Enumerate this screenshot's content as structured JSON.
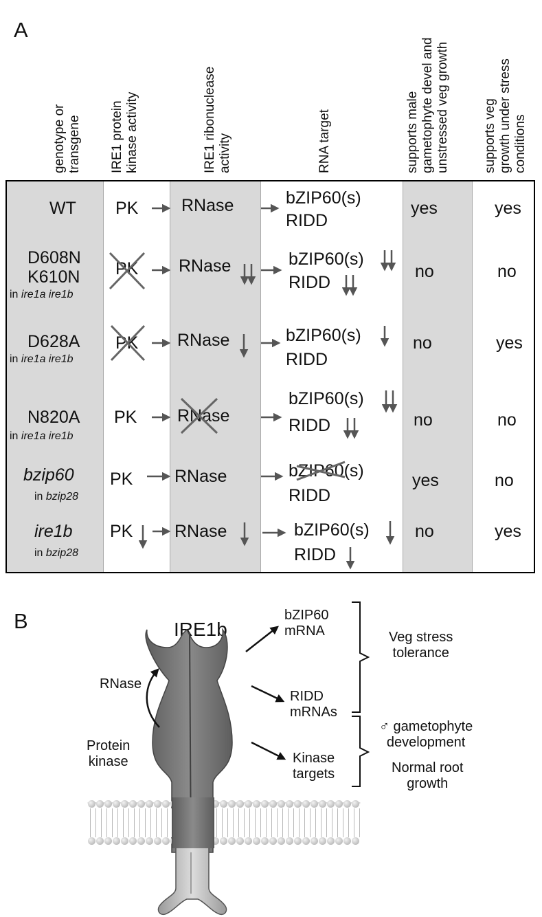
{
  "panel_a": {
    "letter": "A",
    "headers": {
      "genotype": [
        "genotype or",
        "transgene"
      ],
      "kinase": [
        "IRE1 protein",
        "kinase activity"
      ],
      "rnase": [
        "IRE1 ribonuclease",
        "activity"
      ],
      "target": [
        "RNA target"
      ],
      "male": [
        "supports male",
        "gametophyte devel and",
        "unstressed veg growth"
      ],
      "stress": [
        "supports veg",
        "growth under stress",
        "conditions"
      ]
    },
    "rows": [
      {
        "genotype": "WT",
        "genotype2": "",
        "background": "",
        "pk": "PK",
        "rnase": "RNase",
        "target1": "bZIP60(s)",
        "target2": "RIDD",
        "male": "yes",
        "stress": "yes"
      },
      {
        "genotype": "D608N",
        "genotype2": "K610N",
        "background": "ire1a ire1b",
        "pk": "PK",
        "rnase": "RNase",
        "target1": "bZIP60(s)",
        "target2": "RIDD",
        "male": "no",
        "stress": "no"
      },
      {
        "genotype": "D628A",
        "genotype2": "",
        "background": "ire1a ire1b",
        "pk": "PK",
        "rnase": "RNase",
        "target1": "bZIP60(s)",
        "target2": "RIDD",
        "male": "no",
        "stress": "yes"
      },
      {
        "genotype": "N820A",
        "genotype2": "",
        "background": "ire1a ire1b",
        "pk": "PK",
        "rnase": "RNase",
        "target1": "bZIP60(s)",
        "target2": "RIDD",
        "male": "no",
        "stress": "no"
      },
      {
        "genotype": "bzip60",
        "genotype2": "",
        "background": "bzip28",
        "pk": "PK",
        "rnase": "RNase",
        "target1": "bZIP60(s)",
        "target2": "RIDD",
        "male": "yes",
        "stress": "no"
      },
      {
        "genotype": "ire1b",
        "genotype2": "",
        "background": "bzip28",
        "pk": "PK",
        "rnase": "RNase",
        "target1": "bZIP60(s)",
        "target2": "RIDD",
        "male": "no",
        "stress": "yes"
      }
    ],
    "in_prefix": "in "
  },
  "panel_b": {
    "letter": "B",
    "protein_label": "IRE1b",
    "rnase_label": "RNase",
    "kinase_label": [
      "Protein",
      "kinase"
    ],
    "bzip_label": [
      "bZIP60",
      "mRNA"
    ],
    "ridd_label": [
      "RIDD",
      "mRNAs"
    ],
    "kinase_targets": [
      "Kinase",
      "targets"
    ],
    "veg_stress": [
      "Veg stress",
      "tolerance"
    ],
    "gametophyte": [
      "♂ gametophyte",
      "development"
    ],
    "root": [
      "Normal root",
      "growth"
    ]
  },
  "colors": {
    "shade": "#d9d9d9",
    "arrow": "#555555",
    "cross": "#666666",
    "protein": "#7a7a7a"
  }
}
